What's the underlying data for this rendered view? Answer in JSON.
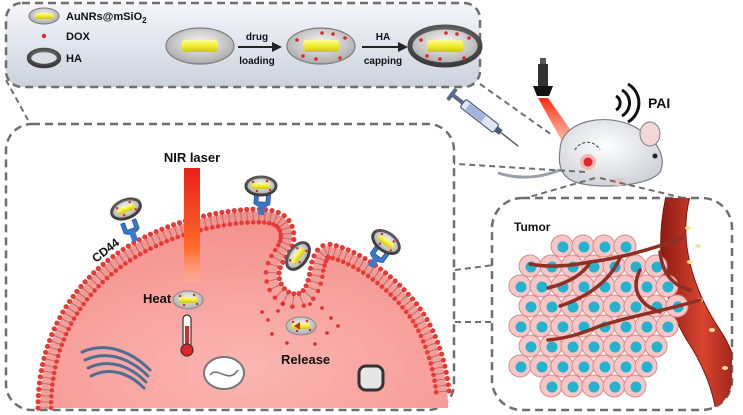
{
  "legend": {
    "items": [
      {
        "label": "AuNRs@mSiO",
        "sub": "2",
        "icon": "aunr-particle-icon"
      },
      {
        "label": "DOX",
        "icon": "dox-dot-icon"
      },
      {
        "label": "HA",
        "icon": "ha-ring-icon"
      }
    ]
  },
  "process": {
    "step1_line1": "drug",
    "step1_line2": "loading",
    "step2_line1": "HA",
    "step2_line2": "capping"
  },
  "imaging": {
    "label": "PAI"
  },
  "cell": {
    "laser_label": "NIR laser",
    "receptor_label": "CD44",
    "heat_label": "Heat",
    "release_label": "Release"
  },
  "tumor": {
    "label": "Tumor"
  },
  "colors": {
    "gold_rod": "#f2ee2a",
    "dox_red": "#e0262b",
    "membrane_red": "#e83a34",
    "cytoplasm": "#f6a29f",
    "receptor_blue": "#3a78c9",
    "laser": "#ff3b1c",
    "panel_bg": "#dfe3ea",
    "vessel": "#c0392b",
    "tumor_nucleus": "#23b3cf"
  }
}
